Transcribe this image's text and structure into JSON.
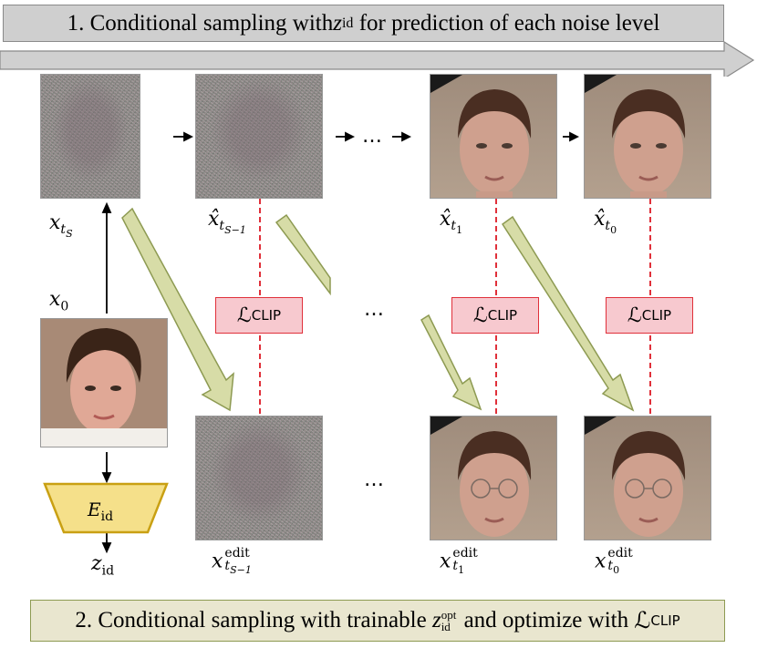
{
  "banner_top": {
    "pre": "1. Conditional sampling with ",
    "var": "z",
    "var_sub": "id",
    "post": " for prediction of each noise level"
  },
  "banner_bottom": {
    "pre": "2. Conditional sampling with trainable ",
    "var": "z",
    "var_sub": "id",
    "var_sup": "opt",
    "mid": " and optimize with ",
    "loss": "ℒ",
    "loss_sub": "CLIP"
  },
  "labels": {
    "x_tS": {
      "base": "x",
      "sub": "t",
      "subsub": "S"
    },
    "xhat_tS1": {
      "base": "x̂",
      "sub": "t",
      "subsub": "S−1"
    },
    "xhat_t1": {
      "base": "x̂",
      "sub": "t",
      "subsub": "1"
    },
    "xhat_t0": {
      "base": "x̂",
      "sub": "t",
      "subsub": "0"
    },
    "x0": {
      "base": "x",
      "sub": "0"
    },
    "z_id": {
      "base": "z",
      "sub": "id"
    },
    "xedit_tS1": {
      "base": "x",
      "sup": "edit",
      "sub": "t",
      "subsub": "S−1"
    },
    "xedit_t1": {
      "base": "x",
      "sup": "edit",
      "sub": "t",
      "subsub": "1"
    },
    "xedit_t0": {
      "base": "x",
      "sup": "edit",
      "sub": "t",
      "subsub": "0"
    }
  },
  "encoder": {
    "base": "E",
    "sub": "id"
  },
  "clip_box": {
    "base": "ℒ",
    "sub": "CLIP"
  },
  "ellipsis": "…",
  "colors": {
    "banner_top_fill": "#cfcfcf",
    "banner_bottom_fill": "#e9e6cf",
    "clip_fill": "#f7c9cf",
    "clip_border": "#e0303a",
    "encoder_fill": "#f5e08a",
    "encoder_border": "#c9a013",
    "diag_arrow_fill": "#d7dca7",
    "diag_arrow_border": "#8d9a52"
  }
}
